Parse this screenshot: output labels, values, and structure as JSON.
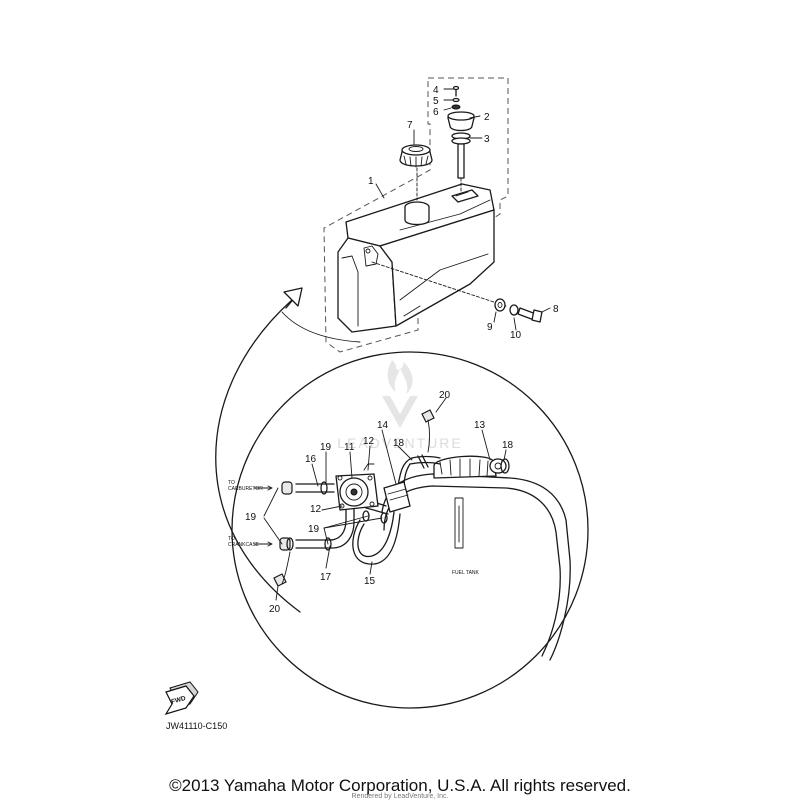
{
  "callouts": {
    "c1": "1",
    "c2": "2",
    "c3": "3",
    "c4": "4",
    "c5": "5",
    "c6": "6",
    "c7": "7",
    "c8": "8",
    "c9": "9",
    "c10": "10",
    "c11": "11",
    "c12a": "12",
    "c12b": "12",
    "c13": "13",
    "c14": "14",
    "c15": "15",
    "c16": "16",
    "c17": "17",
    "c18a": "18",
    "c18b": "18",
    "c19a": "19",
    "c19b": "19",
    "c19c": "19",
    "c20a": "20",
    "c20b": "20"
  },
  "labels": {
    "to_carburetor_1": "TO",
    "to_carburetor_2": "CARBURETOR",
    "to_crankcase_1": "TO",
    "to_crankcase_2": "CRANKCASE",
    "fuel_tank": "FUEL TANK",
    "fwd": "FWD"
  },
  "diagram_code": "JW41110-C150",
  "watermark": "LEADVENTURE",
  "rendered_by": "Rendered by LeadVenture, Inc.",
  "copyright": "©2013 Yamaha Motor Corporation, U.S.A. All rights reserved."
}
